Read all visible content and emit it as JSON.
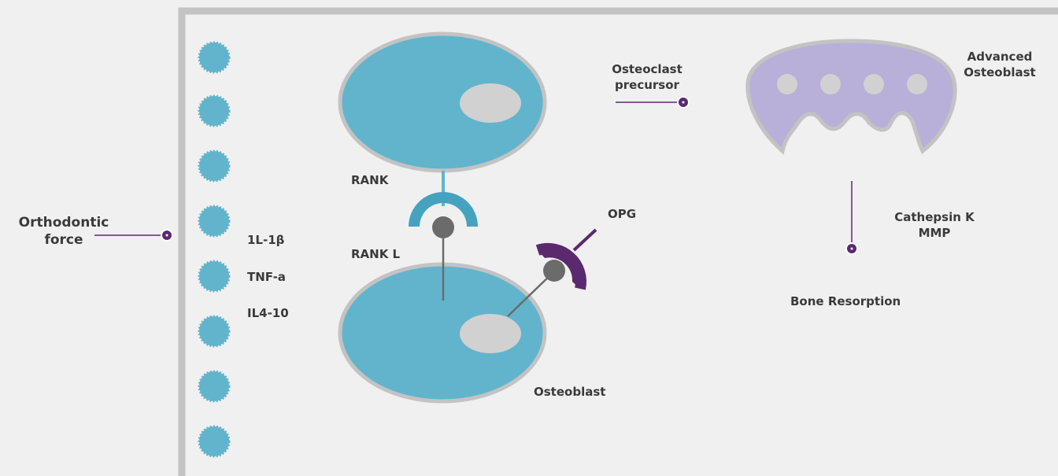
{
  "left_label": {
    "line1": "Orthodontic",
    "line2": "force"
  },
  "cytokines": [
    "1L-1β",
    "TNF-a",
    "IL4-10"
  ],
  "labels": {
    "rank": "RANK",
    "rank_l": "RANK L",
    "opg": "OPG",
    "osteoblast": "Osteoblast",
    "osteoclast_precursor_1": "Osteoclast",
    "osteoclast_precursor_2": "precursor",
    "advanced_1": "Advanced",
    "advanced_2": "Osteoblast",
    "enzymes_1": "Cathepsin K",
    "enzymes_2": "MMP",
    "bone_resorption": "Bone Resorption"
  },
  "colors": {
    "background": "#f0f0f0",
    "frame": "#c3c3c3",
    "cell": "#62b4cc",
    "cell_border": "#c3c3c3",
    "nucleus": "#d1d1d1",
    "purple": "#5b2a6e",
    "osteoclast": "#b8b0d8",
    "receptor_dot": "#6b6b6b",
    "text": "#3a3a3a"
  }
}
